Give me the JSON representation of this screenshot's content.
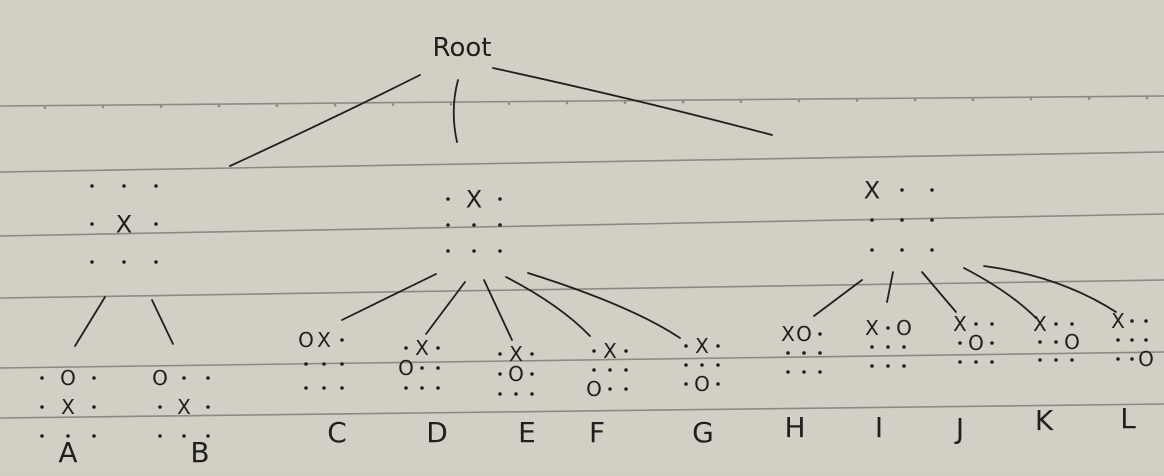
{
  "colors": {
    "paper": "#d2cfc4",
    "rule": "#8d8a82",
    "ink": "#1f1f1f"
  },
  "root": {
    "label": "Root"
  },
  "subtrees": [
    {
      "id": "left",
      "board": [
        "· · ·",
        "· X ·",
        "· · ·"
      ],
      "children": [
        {
          "label": "A",
          "board": [
            "· O ·",
            "· X ·",
            "· · ·"
          ]
        },
        {
          "label": "B",
          "board": [
            "O · ·",
            "· X ·",
            "· · ·"
          ]
        }
      ]
    },
    {
      "id": "middle",
      "board": [
        "· X ·",
        "· · ·",
        "· · ·"
      ],
      "children": [
        {
          "label": "C",
          "board": [
            "O X ·",
            "· · ·",
            "· · ·"
          ]
        },
        {
          "label": "D",
          "board": [
            "· X ·",
            "O · ·",
            "· · ·"
          ]
        },
        {
          "label": "E",
          "board": [
            "· X ·",
            "· O ·",
            "· · ·"
          ]
        },
        {
          "label": "F",
          "board": [
            "· X ·",
            "· · ·",
            "O · ·"
          ]
        },
        {
          "label": "G",
          "board": [
            "· X ·",
            "· · ·",
            "· O ·"
          ]
        }
      ]
    },
    {
      "id": "right",
      "board": [
        "X · ·",
        "· · ·",
        "· · ·"
      ],
      "children": [
        {
          "label": "H",
          "board": [
            "X O ·",
            "· · ·",
            "· · ·"
          ]
        },
        {
          "label": "I",
          "board": [
            "X · O",
            "· · ·",
            "· · ·"
          ]
        },
        {
          "label": "J",
          "board": [
            "X · ·",
            "· O ·",
            "· · ·"
          ]
        },
        {
          "label": "K",
          "board": [
            "X · ·",
            "· · O",
            "· · ·"
          ]
        },
        {
          "label": "L",
          "board": [
            "X · ·",
            "· · ·",
            "· · O"
          ]
        }
      ]
    }
  ]
}
